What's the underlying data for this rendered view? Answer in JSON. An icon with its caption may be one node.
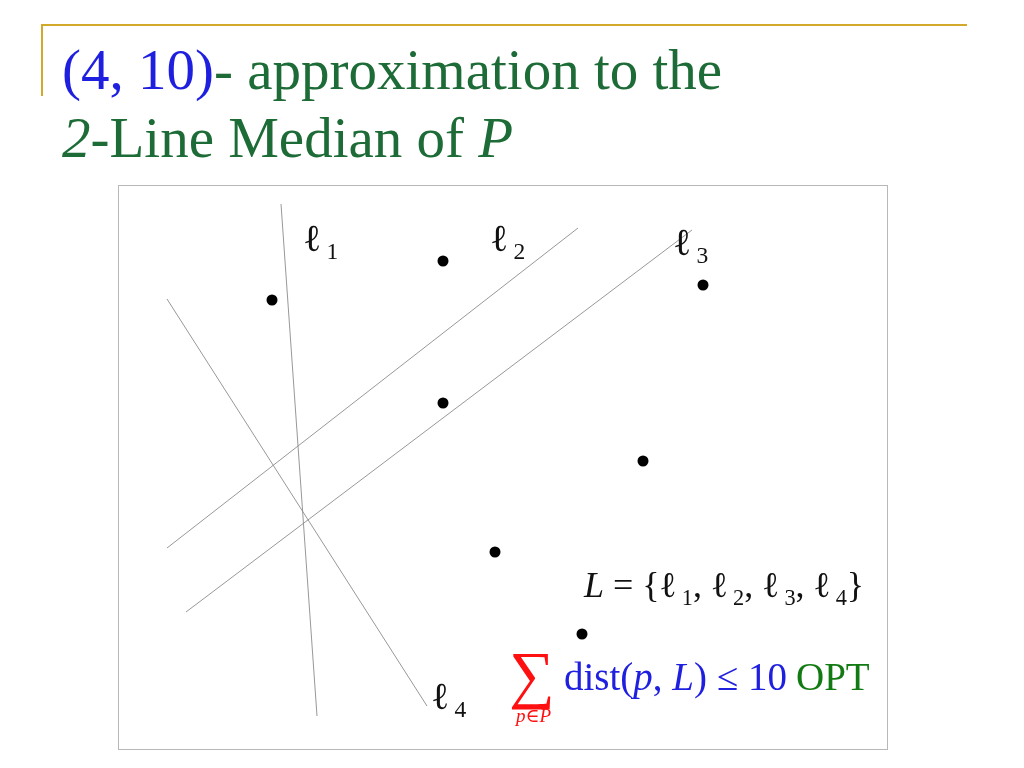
{
  "diagram": {
    "title": "(4, 10)- approximation to the *2*-Line Median of *P*",
    "labels": [
      "ℓ$_{1}$",
      "ℓ$_{2}$",
      "ℓ$_{3}$",
      "ℓ$_{4}$",
      "*L* = {ℓ$_{1}$, ℓ$_{2}$, ℓ$_{3}$, ℓ$_{4}$}",
      "∑",
      "p∈P",
      "dist(*p*, *L*) ≤ 10",
      "OPT"
    ]
  }
}
